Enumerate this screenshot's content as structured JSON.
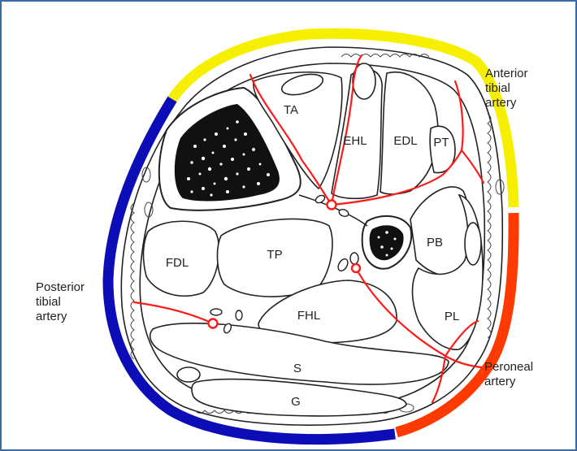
{
  "external_labels": {
    "anterior_tibial": [
      "Anterior",
      "tibial",
      "artery"
    ],
    "posterior_tibial": [
      "Posterior",
      "tibial",
      "artery"
    ],
    "peroneal": [
      "Peroneal",
      "artery"
    ]
  },
  "muscles": {
    "ta": "TA",
    "ehl": "EHL",
    "edl": "EDL",
    "pt": "PT",
    "pb": "PB",
    "pl": "PL",
    "fdl": "FDL",
    "tp": "TP",
    "fhl": "FHL",
    "s": "S",
    "g": "G"
  },
  "colors": {
    "anterior_arc": "#f6f000",
    "lateral_arc": "#ff3a00",
    "posterior_arc": "#0d0db8",
    "artery": "#ff1a1a",
    "frame": "#3a6aa8"
  }
}
